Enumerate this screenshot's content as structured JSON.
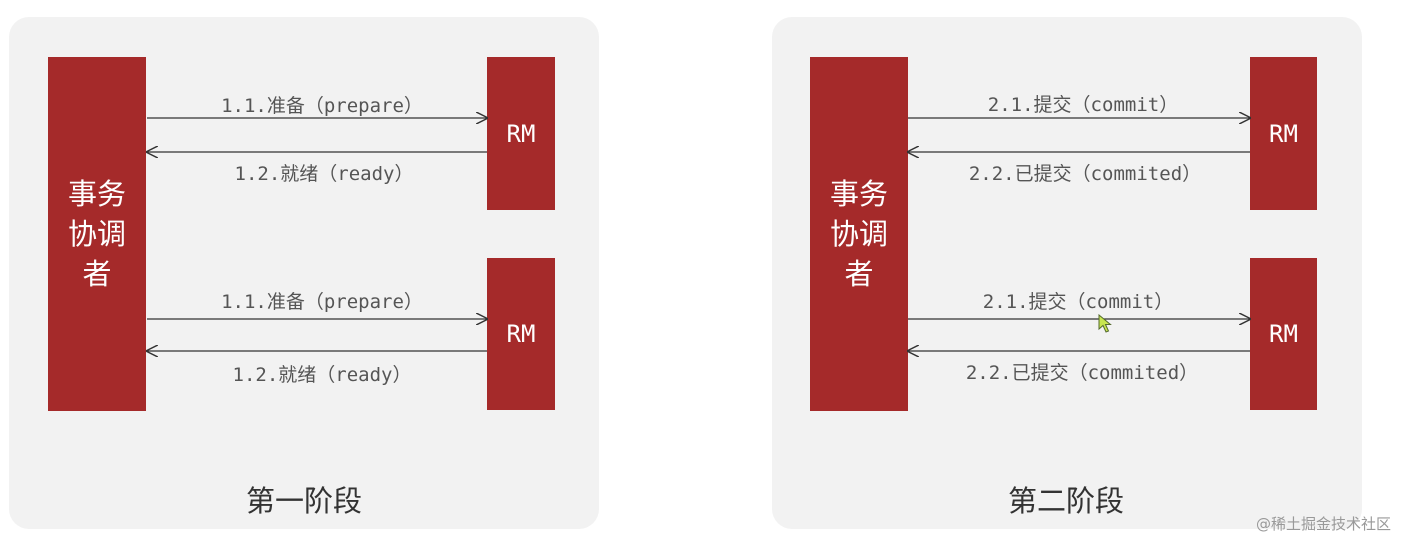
{
  "phase1": {
    "coordinator": "事务协调者",
    "title": "第一阶段",
    "rm_top": "RM",
    "rm_bottom": "RM",
    "top_request": "1.1.准备（prepare）",
    "top_response": "1.2.就绪（ready）",
    "bottom_request": "1.1.准备（prepare）",
    "bottom_response": "1.2.就绪（ready）"
  },
  "phase2": {
    "coordinator": "事务协调者",
    "title": "第二阶段",
    "rm_top": "RM",
    "rm_bottom": "RM",
    "top_request": "2.1.提交（commit）",
    "top_response": "2.2.已提交（commited）",
    "bottom_request": "2.1.提交（commit）",
    "bottom_response": "2.2.已提交（commited）"
  },
  "watermark": "@稀土掘金技术社区",
  "colors": {
    "box": "#a52a2a",
    "panel": "#f2f2f2",
    "cursor": "#c8e650"
  }
}
